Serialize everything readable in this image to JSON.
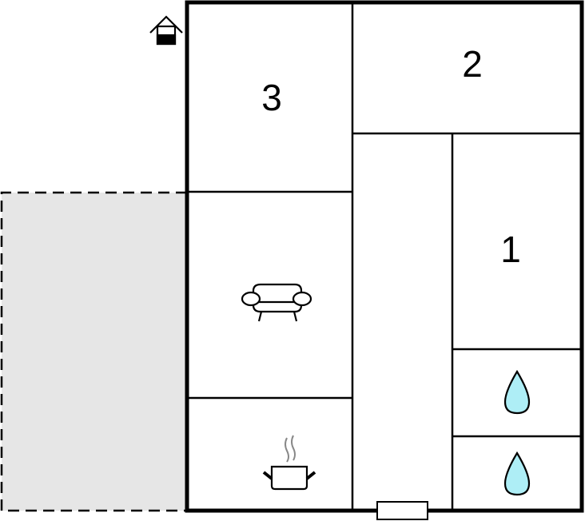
{
  "diagram": {
    "type": "floor-plan",
    "rooms": [
      {
        "id": "bedroom-3",
        "label": "3"
      },
      {
        "id": "bedroom-2",
        "label": "2"
      },
      {
        "id": "bedroom-1",
        "label": "1"
      },
      {
        "id": "living-room",
        "icon": "sofa-icon"
      },
      {
        "id": "kitchen",
        "icon": "cooking-pot-icon"
      },
      {
        "id": "bathroom-1",
        "icon": "water-drop-icon"
      },
      {
        "id": "bathroom-2",
        "icon": "water-drop-icon"
      },
      {
        "id": "hallway"
      },
      {
        "id": "terrace",
        "style": "dashed-gray"
      }
    ],
    "entrance_icon": "house-entrance-icon",
    "door": "entrance-door",
    "colors": {
      "wall": "#000000",
      "terrace_fill": "#e6e6e6",
      "water_drop_fill": "#aeeef6",
      "steam": "#888888"
    }
  }
}
